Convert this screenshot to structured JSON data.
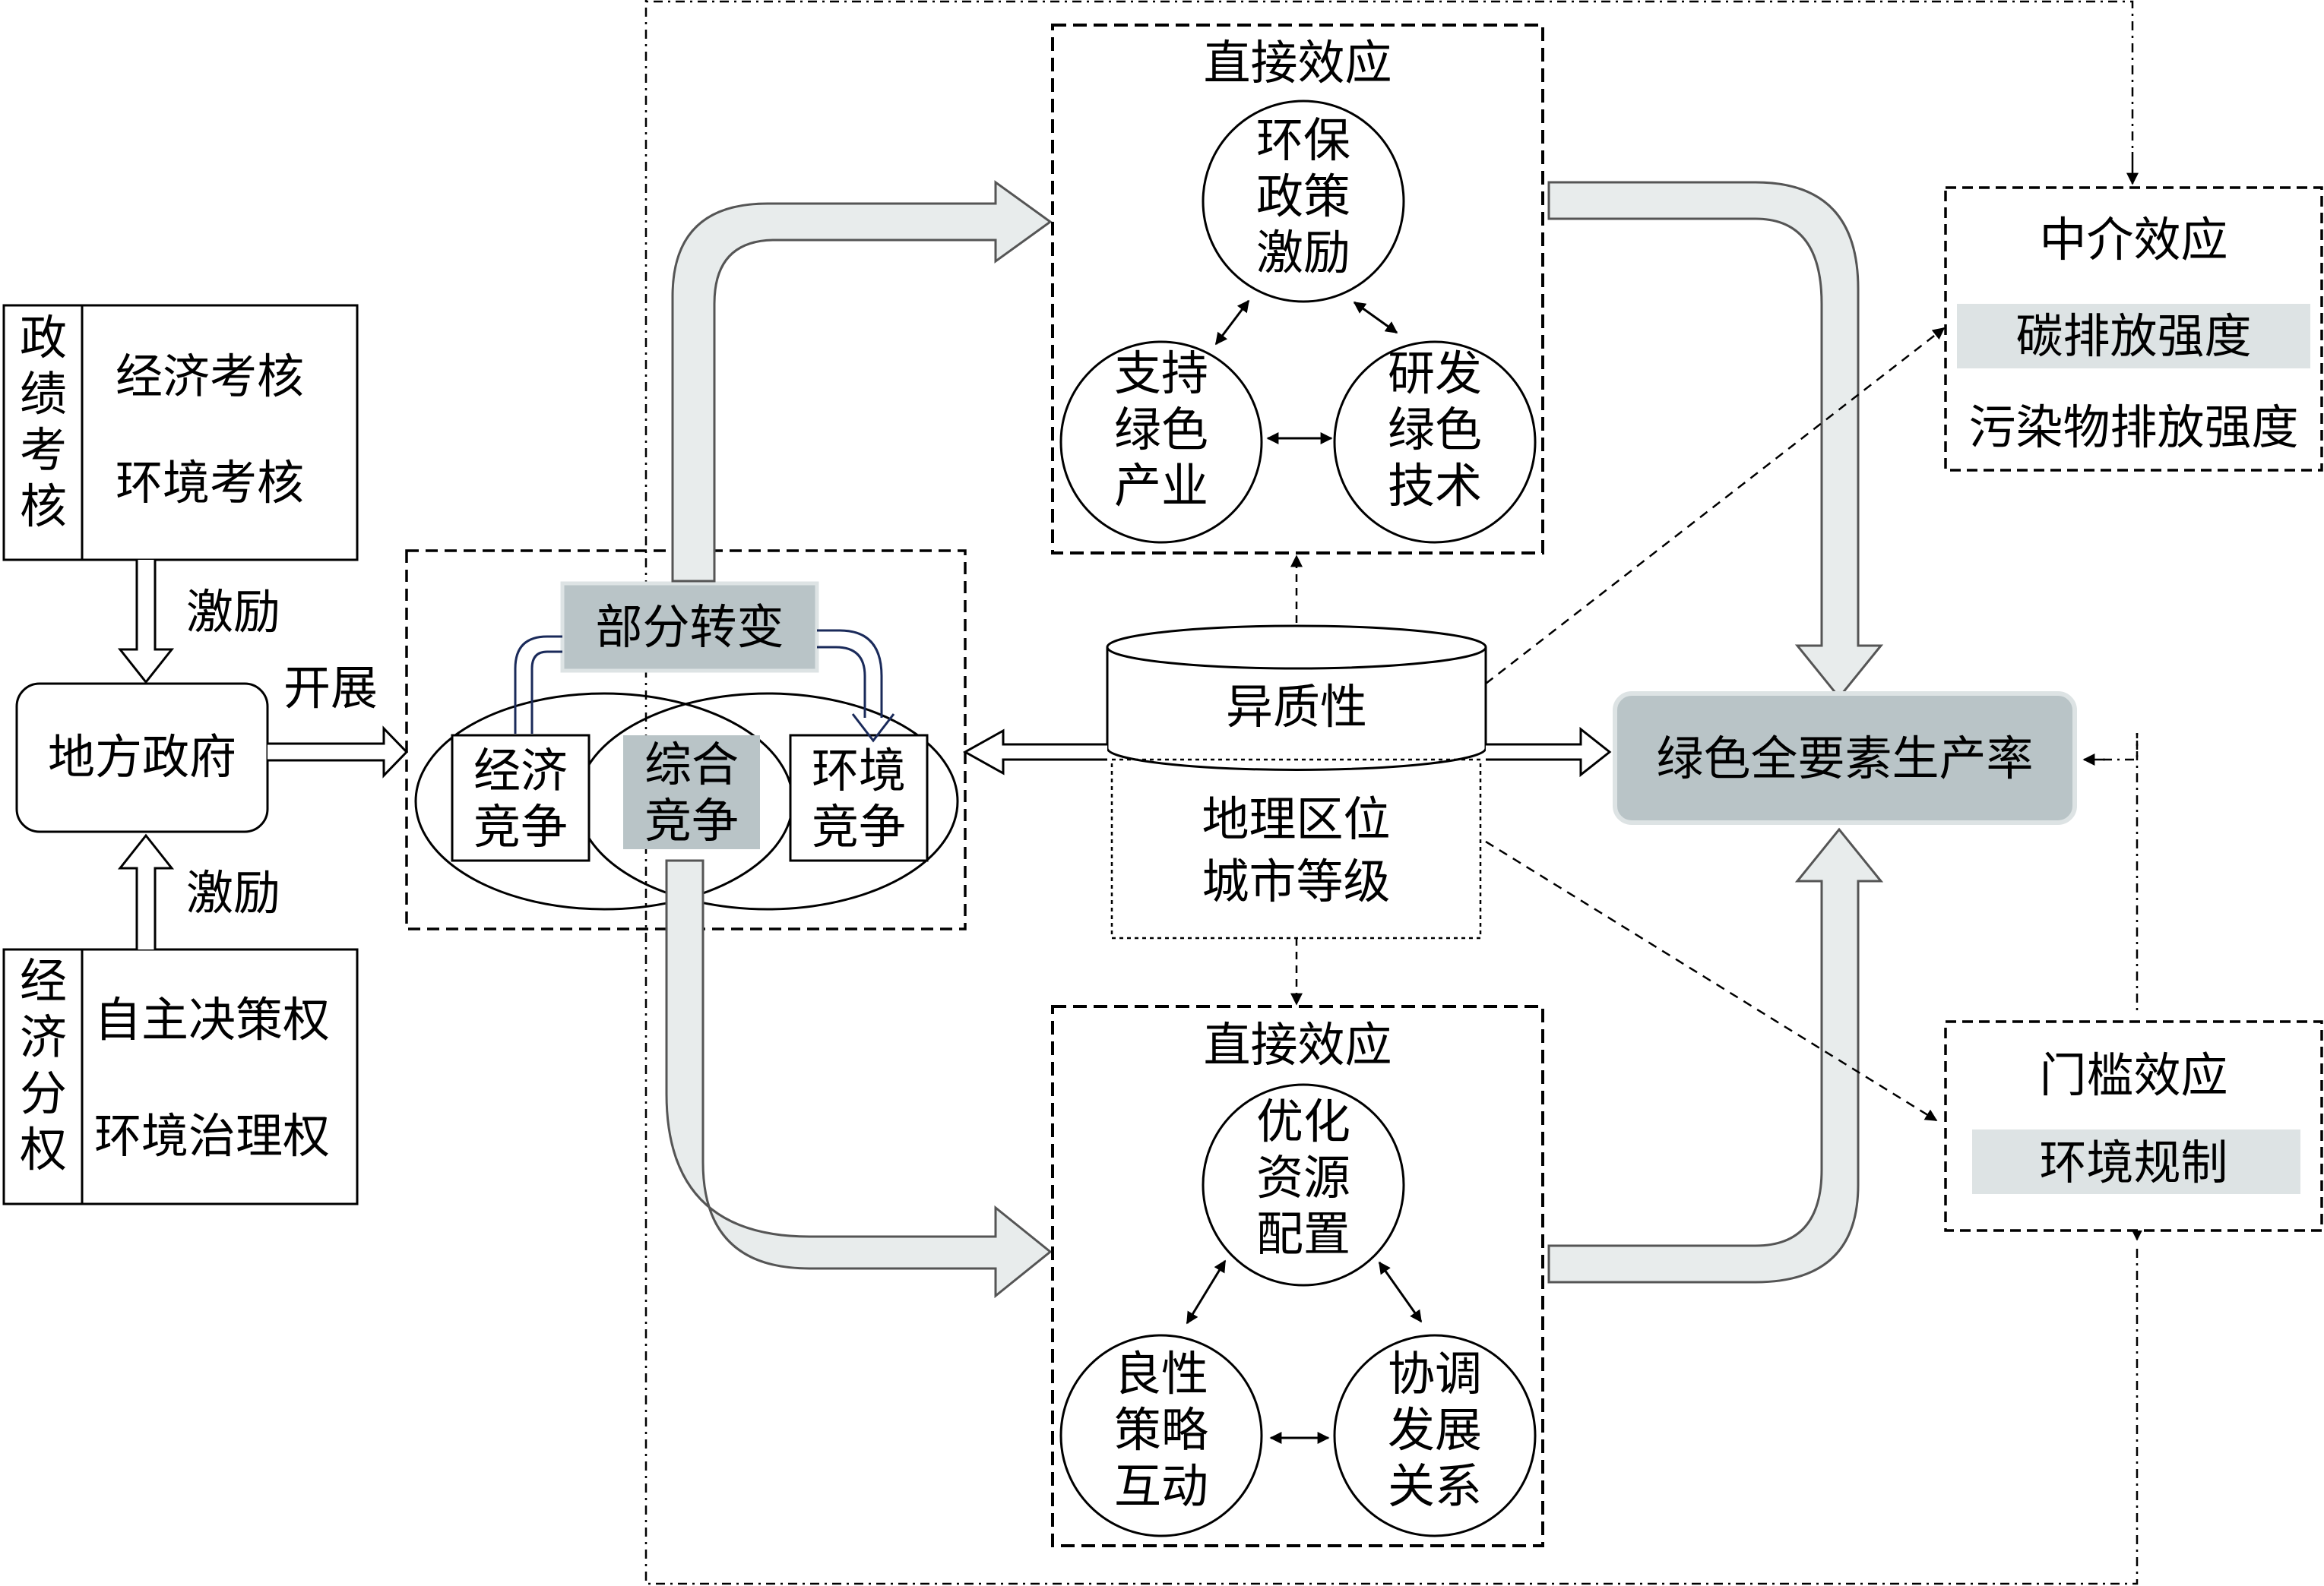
{
  "performance_assessment": {
    "title_chars": [
      "政",
      "绩",
      "考",
      "核"
    ],
    "items": [
      "经济考核",
      "环境考核"
    ]
  },
  "economic_decentralization": {
    "title_chars": [
      "经",
      "济",
      "分",
      "权"
    ],
    "items": [
      "自主决策权",
      "环境治理权"
    ]
  },
  "local_government": "地方政府",
  "incentive_top": "激励",
  "incentive_bottom": "激励",
  "carry_out": "开展",
  "partial_shift": "部分转变",
  "competition": {
    "economic": [
      "经济",
      "竞争"
    ],
    "comprehensive": [
      "综合",
      "竞争"
    ],
    "environmental": [
      "环境",
      "竞争"
    ]
  },
  "direct_effect_top": {
    "title": "直接效应",
    "center": [
      "环保",
      "政策",
      "激励"
    ],
    "left": [
      "支持",
      "绿色",
      "产业"
    ],
    "right": [
      "研发",
      "绿色",
      "技术"
    ]
  },
  "direct_effect_bottom": {
    "title": "直接效应",
    "center": [
      "优化",
      "资源",
      "配置"
    ],
    "left": [
      "良性",
      "策略",
      "互动"
    ],
    "right": [
      "协调",
      "发展",
      "关系"
    ]
  },
  "heterogeneity": {
    "label": "异质性",
    "items": [
      "地理区位",
      "城市等级"
    ]
  },
  "gtfp": "绿色全要素生产率",
  "mediating_effect": {
    "title": "中介效应",
    "items": [
      "碳排放强度",
      "污染物排放强度"
    ]
  },
  "threshold_effect": {
    "title": "门槛效应",
    "items": [
      "环境规制"
    ]
  }
}
